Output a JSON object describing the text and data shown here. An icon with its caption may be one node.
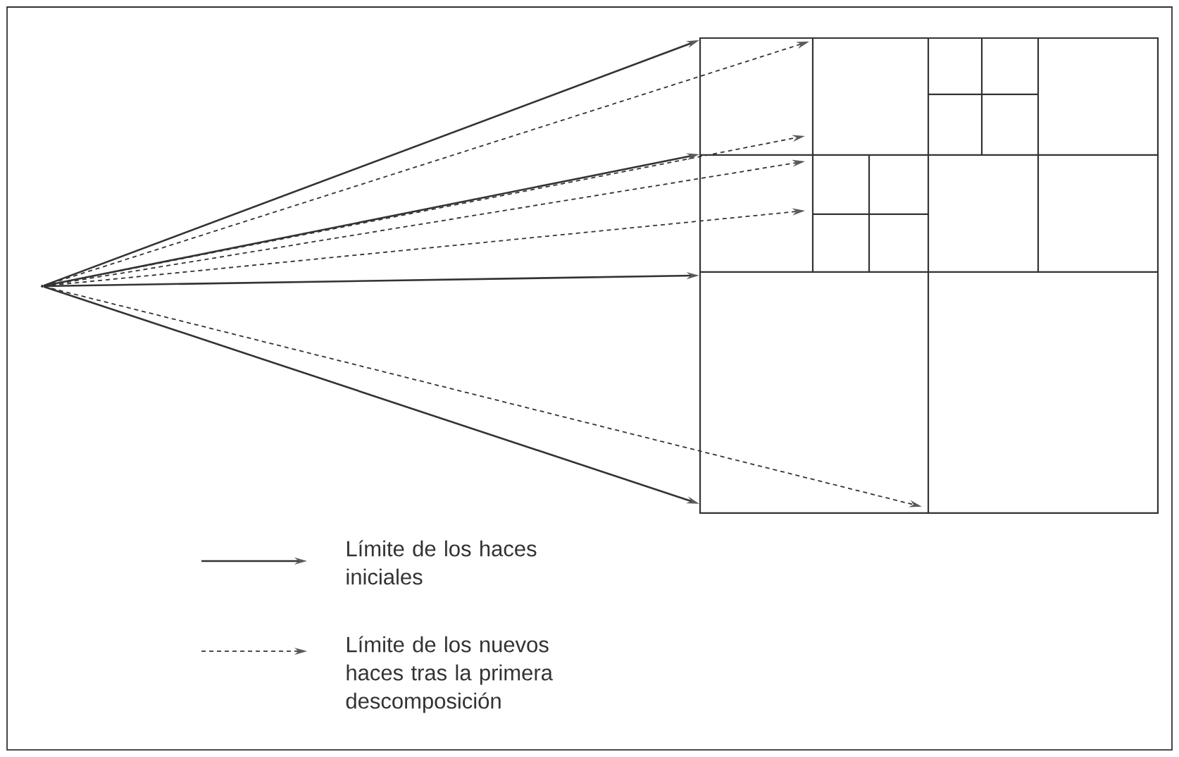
{
  "diagram": {
    "nodes": [
      {
        "text": [],
        "shape": "point"
      },
      {
        "text": [],
        "shape": "box"
      }
    ],
    "edges": [
      {
        "from": 0,
        "to": 1,
        "arrow": "to"
      },
      {
        "from": 0,
        "to": 1,
        "arrow": "to",
        "style": "dashed"
      },
      {
        "from": 0,
        "to": 1,
        "arrow": "to",
        "style": "dashed"
      },
      {
        "from": 0,
        "to": 1,
        "arrow": "to"
      },
      {
        "from": 0,
        "to": 1,
        "arrow": "to",
        "style": "dashed"
      },
      {
        "from": 0,
        "to": 1,
        "arrow": "to",
        "style": "dashed"
      },
      {
        "from": 0,
        "to": 1,
        "arrow": "to"
      },
      {
        "from": 0,
        "to": 1,
        "arrow": "to",
        "style": "dashed"
      },
      {
        "from": 0,
        "to": 1,
        "arrow": "to"
      }
    ],
    "legend": [
      {
        "text": "Límite de los haces iniciales"
      },
      {
        "text": "Límite de los nuevos haces tras la primera descomposición"
      }
    ]
  }
}
